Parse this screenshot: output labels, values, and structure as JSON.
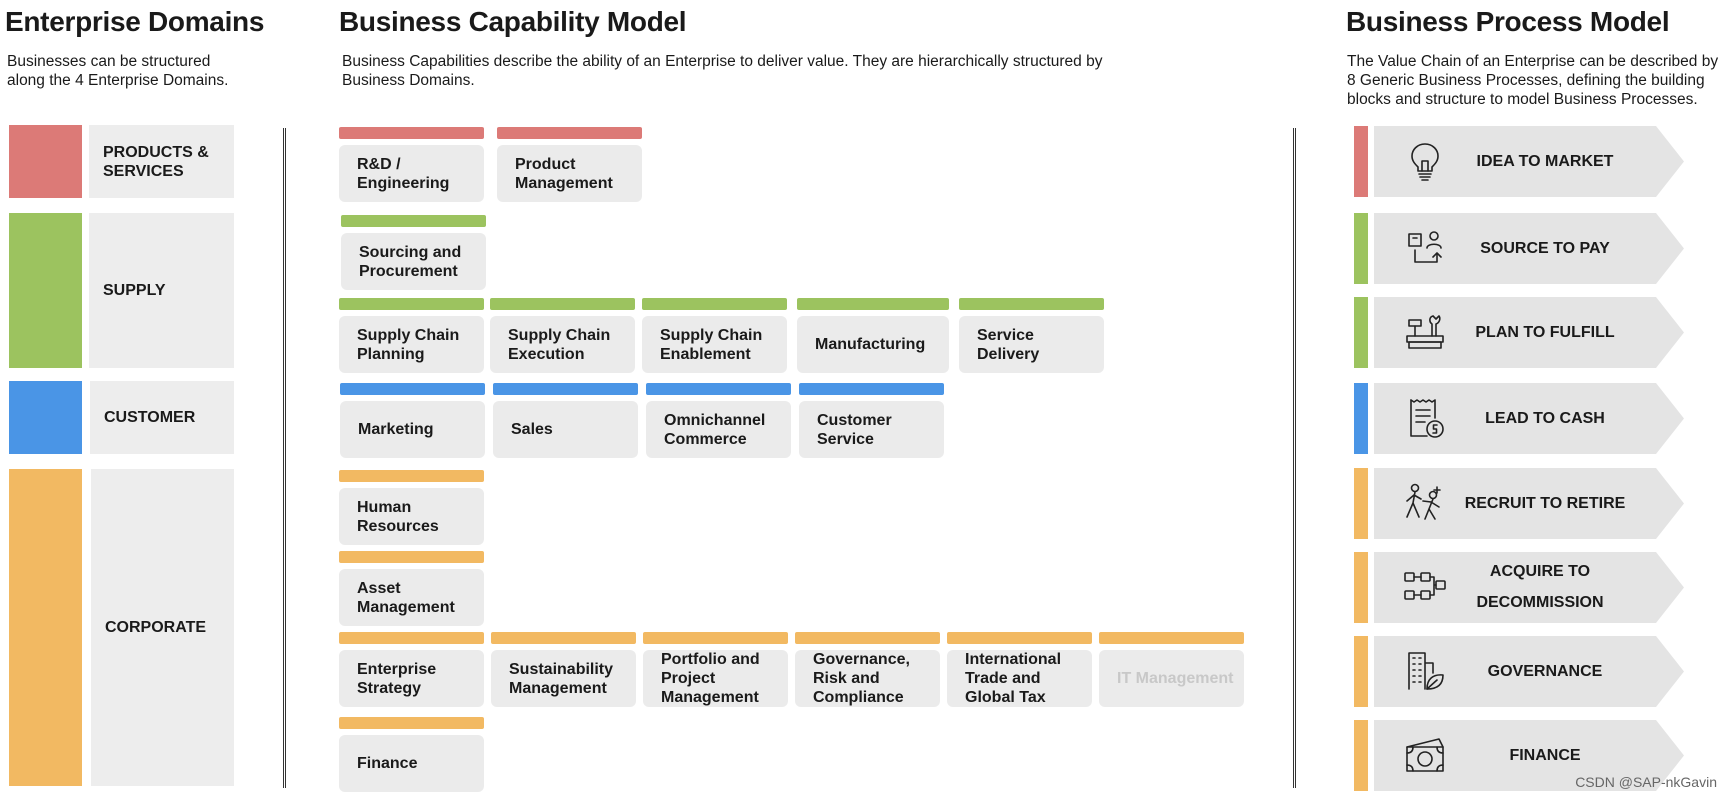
{
  "colors": {
    "products": "#dc7a77",
    "supply": "#9cc35f",
    "customer": "#4a95e6",
    "corporate": "#f2b962"
  },
  "enterprise_domains": {
    "title": "Enterprise Domains",
    "description": "Businesses can be structured along the 4 Enterprise Domains.",
    "domains": [
      {
        "label": "PRODUCTS & SERVICES",
        "color": "products"
      },
      {
        "label": "SUPPLY",
        "color": "supply"
      },
      {
        "label": "CUSTOMER",
        "color": "customer"
      },
      {
        "label": "CORPORATE",
        "color": "corporate"
      }
    ]
  },
  "capability_model": {
    "title": "Business Capability Model",
    "description": "Business Capabilities describe the ability of an Enterprise to deliver value. They are hierarchically structured by Business Domains.",
    "rows": [
      {
        "color": "products",
        "items": [
          "R&D / Engineering",
          "Product Management"
        ]
      },
      {
        "color": "supply",
        "items": [
          "Sourcing and Procurement"
        ]
      },
      {
        "color": "supply",
        "items": [
          "Supply Chain Planning",
          "Supply Chain Execution",
          "Supply Chain Enablement",
          "Manufacturing",
          "Service Delivery"
        ]
      },
      {
        "color": "customer",
        "items": [
          "Marketing",
          "Sales",
          "Omnichannel Commerce",
          "Customer Service"
        ]
      },
      {
        "color": "corporate",
        "items": [
          "Human Resources"
        ]
      },
      {
        "color": "corporate",
        "items": [
          "Asset Management"
        ]
      },
      {
        "color": "corporate",
        "items": [
          "Enterprise Strategy",
          "Sustainability Management",
          "Portfolio and Project Management",
          "Governance, Risk and Compliance",
          "International Trade and Global Tax",
          "IT Management"
        ]
      },
      {
        "color": "corporate",
        "items": [
          "Finance"
        ]
      }
    ]
  },
  "process_model": {
    "title": "Business Process Model",
    "description": "The Value Chain of an Enterprise can be described by 8 Generic Business Processes, defining the building blocks and structure to model Business Processes.",
    "processes": [
      {
        "label": "IDEA TO MARKET",
        "color": "products",
        "icon": "lightbulb-icon"
      },
      {
        "label": "SOURCE TO PAY",
        "color": "supply",
        "icon": "sourcing-icon"
      },
      {
        "label": "PLAN TO FULFILL",
        "color": "supply",
        "icon": "tools-icon"
      },
      {
        "label": "LEAD TO CASH",
        "color": "customer",
        "icon": "invoice-icon"
      },
      {
        "label": "RECRUIT TO RETIRE",
        "color": "corporate",
        "icon": "people-icon"
      },
      {
        "label": "ACQUIRE TO DECOMMISSION",
        "color": "corporate",
        "icon": "flow-icon"
      },
      {
        "label": "GOVERNANCE",
        "color": "corporate",
        "icon": "building-leaf-icon"
      },
      {
        "label": "FINANCE",
        "color": "corporate",
        "icon": "money-icon"
      }
    ]
  },
  "watermark": "CSDN @SAP-nkGavin"
}
